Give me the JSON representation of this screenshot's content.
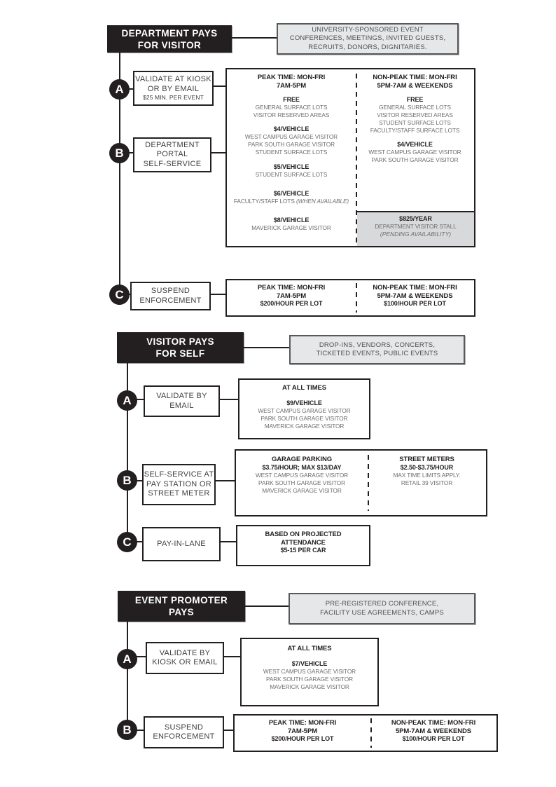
{
  "palette": {
    "ink": "#231f20",
    "gray_text": "#6d6e71",
    "label_text": "#414042",
    "description_fill": "#e6e7e8",
    "description_border": "#58595b",
    "callout_fill": "#d8d9da"
  },
  "sections": [
    {
      "title": [
        {
          "s": "t",
          "t": "DEPARTMENT PAYS"
        },
        {
          "s": "t",
          "t": "FOR VISITOR"
        }
      ],
      "description": [
        {
          "s": "d",
          "t": "UNIVERSITY-SPONSORED EVENT"
        },
        {
          "s": "d",
          "t": "CONFERENCES, MEETINGS, INVITED GUESTS,"
        },
        {
          "s": "d",
          "t": "RECRUITS, DONORS, DIGNITARIES."
        }
      ],
      "steps": [
        {
          "letter": "A",
          "label": [
            {
              "s": "l",
              "t": "VALIDATE AT KIOSK"
            },
            {
              "s": "l",
              "t": "OR BY EMAIL"
            },
            {
              "s": "lsub",
              "t": "$25 MIN. PER EVENT"
            }
          ]
        },
        {
          "letter": "B",
          "label": [
            {
              "s": "l",
              "t": "DEPARTMENT"
            },
            {
              "s": "l",
              "t": "PORTAL"
            },
            {
              "s": "l",
              "t": "SELF-SERVICE"
            }
          ]
        },
        {
          "letter": "C",
          "label": [
            {
              "s": "l",
              "t": "SUSPEND"
            },
            {
              "s": "l",
              "t": "ENFORCEMENT"
            }
          ]
        }
      ],
      "rates": {
        "peak": [
          {
            "s": "h",
            "t": "PEAK TIME: MON-FRI"
          },
          {
            "s": "h",
            "t": "7AM-5PM"
          },
          {
            "s": "sp",
            "h": 9
          },
          {
            "s": "b",
            "t": "FREE"
          },
          {
            "s": "g",
            "t": "GENERAL SURFACE LOTS"
          },
          {
            "s": "g",
            "t": "VISITOR RESERVED AREAS"
          },
          {
            "s": "sp",
            "h": 9
          },
          {
            "s": "b",
            "t": "$4/VEHICLE"
          },
          {
            "s": "g",
            "t": "WEST CAMPUS GARAGE VISITOR"
          },
          {
            "s": "g",
            "t": "PARK SOUTH GARAGE VISITOR"
          },
          {
            "s": "g",
            "t": "STUDENT SURFACE LOTS"
          },
          {
            "s": "sp",
            "h": 10
          },
          {
            "s": "b",
            "t": "$5/VEHICLE"
          },
          {
            "s": "g",
            "t": "STUDENT SURFACE LOTS"
          },
          {
            "s": "sp",
            "h": 16
          },
          {
            "s": "b",
            "t": "$6/VEHICLE"
          },
          {
            "s": "g",
            "t": "FACULTY/STAFF LOTS ",
            "it": "(WHEN AVAILABLE)"
          },
          {
            "s": "sp",
            "h": 16
          },
          {
            "s": "b",
            "t": "$8/VEHICLE"
          },
          {
            "s": "g",
            "t": "MAVERICK GARAGE VISITOR"
          }
        ],
        "nonpeak": [
          {
            "s": "h",
            "t": "NON-PEAK TIME: MON-FRI"
          },
          {
            "s": "h",
            "t": "5PM-7AM & WEEKENDS"
          },
          {
            "s": "sp",
            "h": 9
          },
          {
            "s": "b",
            "t": "FREE"
          },
          {
            "s": "g",
            "t": "GENERAL SURFACE LOTS"
          },
          {
            "s": "g",
            "t": "VISITOR RESERVED AREAS"
          },
          {
            "s": "g",
            "t": "STUDENT SURFACE LOTS"
          },
          {
            "s": "g",
            "t": "FACULTY/STAFF SURFACE LOTS"
          },
          {
            "s": "sp",
            "h": 9
          },
          {
            "s": "b",
            "t": "$4/VEHICLE"
          },
          {
            "s": "g",
            "t": "WEST CAMPUS GARAGE VISITOR"
          },
          {
            "s": "g",
            "t": "PARK SOUTH GARAGE VISITOR"
          }
        ],
        "annual_callout": [
          {
            "s": "b",
            "t": "$825/YEAR"
          },
          {
            "s": "g",
            "t": "DEPARTMENT VISITOR STALL"
          },
          {
            "s": "gi",
            "t": "(PENDING AVAILABILITY)"
          }
        ]
      },
      "enforcement": {
        "peak": [
          {
            "s": "h",
            "t": "PEAK TIME: MON-FRI"
          },
          {
            "s": "h",
            "t": "7AM-5PM"
          },
          {
            "s": "b",
            "t": "$200/HOUR PER LOT"
          }
        ],
        "nonpeak": [
          {
            "s": "h",
            "t": "NON-PEAK TIME: MON-FRI"
          },
          {
            "s": "h",
            "t": "5PM-7AM & WEEKENDS"
          },
          {
            "s": "b",
            "t": "$100/HOUR PER LOT"
          }
        ]
      }
    },
    {
      "title": [
        {
          "s": "t",
          "t": "VISITOR PAYS"
        },
        {
          "s": "t",
          "t": "FOR SELF"
        }
      ],
      "description": [
        {
          "s": "d",
          "t": "DROP-INS, VENDORS, CONCERTS,"
        },
        {
          "s": "d",
          "t": "TICKETED EVENTS, PUBLIC EVENTS"
        }
      ],
      "steps": [
        {
          "letter": "A",
          "label": [
            {
              "s": "l",
              "t": "VALIDATE BY"
            },
            {
              "s": "l",
              "t": "EMAIL"
            }
          ]
        },
        {
          "letter": "B",
          "label": [
            {
              "s": "l",
              "t": "SELF-SERVICE AT"
            },
            {
              "s": "l",
              "t": "PAY STATION OR"
            },
            {
              "s": "l",
              "t": "STREET METER"
            }
          ]
        },
        {
          "letter": "C",
          "label": [
            {
              "s": "l",
              "t": "PAY-IN-LANE"
            }
          ]
        }
      ],
      "validate_rates": [
        {
          "s": "h",
          "t": "AT ALL TIMES"
        },
        {
          "s": "sp",
          "h": 10
        },
        {
          "s": "b",
          "t": "$9/VEHICLE"
        },
        {
          "s": "g",
          "t": "WEST CAMPUS GARAGE VISITOR"
        },
        {
          "s": "g",
          "t": "PARK SOUTH GARAGE VISITOR"
        },
        {
          "s": "g",
          "t": "MAVERICK GARAGE VISITOR"
        }
      ],
      "selfservice": {
        "garage": [
          {
            "s": "h",
            "t": "GARAGE PARKING"
          },
          {
            "s": "b",
            "t": "$3.75/HOUR; MAX $13/DAY"
          },
          {
            "s": "g",
            "t": "WEST CAMPUS GARAGE VISITOR"
          },
          {
            "s": "g",
            "t": "PARK SOUTH GARAGE VISITOR"
          },
          {
            "s": "g",
            "t": "MAVERICK GARAGE VISITOR"
          }
        ],
        "meters": [
          {
            "s": "h",
            "t": "STREET METERS"
          },
          {
            "s": "b",
            "t": "$2.50-$3.75/HOUR"
          },
          {
            "s": "g",
            "t": "MAX TIME LIMITS APPLY."
          },
          {
            "s": "g",
            "t": "RETAIL 39 VISITOR"
          }
        ]
      },
      "payinlane": [
        {
          "s": "h",
          "t": "BASED ON PROJECTED"
        },
        {
          "s": "h",
          "t": "ATTENDANCE"
        },
        {
          "s": "b",
          "t": "$5-15 PER CAR"
        }
      ]
    },
    {
      "title": [
        {
          "s": "t",
          "t": "EVENT PROMOTER"
        },
        {
          "s": "t",
          "t": "PAYS"
        }
      ],
      "description": [
        {
          "s": "d",
          "t": "PRE-REGISTERED CONFERENCE,"
        },
        {
          "s": "d",
          "t": "FACILITY USE AGREEMENTS, CAMPS"
        }
      ],
      "steps": [
        {
          "letter": "A",
          "label": [
            {
              "s": "l",
              "t": "VALIDATE BY"
            },
            {
              "s": "l",
              "t": "KIOSK OR EMAIL"
            }
          ]
        },
        {
          "letter": "B",
          "label": [
            {
              "s": "l",
              "t": "SUSPEND"
            },
            {
              "s": "l",
              "t": "ENFORCEMENT"
            }
          ]
        }
      ],
      "validate_rates": [
        {
          "s": "h",
          "t": "AT ALL TIMES"
        },
        {
          "s": "sp",
          "h": 10
        },
        {
          "s": "b",
          "t": "$7/VEHICLE"
        },
        {
          "s": "g",
          "t": "WEST CAMPUS GARAGE VISITOR"
        },
        {
          "s": "g",
          "t": "PARK SOUTH GARAGE VISITOR"
        },
        {
          "s": "g",
          "t": "MAVERICK GARAGE VISITOR"
        }
      ],
      "enforcement": {
        "peak": [
          {
            "s": "h",
            "t": "PEAK TIME: MON-FRI"
          },
          {
            "s": "h",
            "t": "7AM-5PM"
          },
          {
            "s": "b",
            "t": "$200/HOUR PER LOT"
          }
        ],
        "nonpeak": [
          {
            "s": "h",
            "t": "NON-PEAK TIME: MON-FRI"
          },
          {
            "s": "h",
            "t": "5PM-7AM & WEEKENDS"
          },
          {
            "s": "b",
            "t": "$100/HOUR PER LOT"
          }
        ]
      }
    }
  ]
}
